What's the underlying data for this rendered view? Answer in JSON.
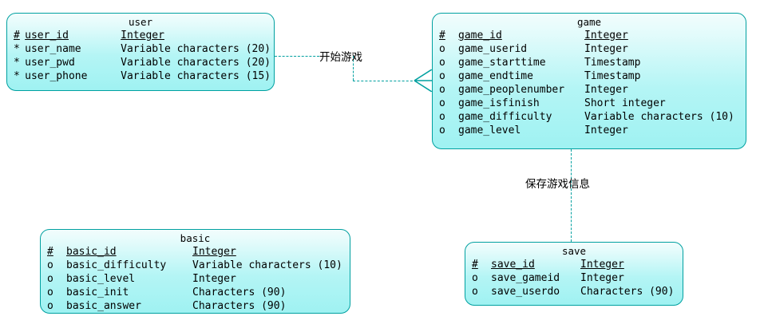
{
  "diagram": {
    "type": "entity-relationship-diagram",
    "background_color": "#ffffff",
    "entity_border_color": "#00a0a0",
    "entity_fill_color": "#b4f5f5",
    "connector_color": "#00a0a0"
  },
  "entities": [
    {
      "id": "user",
      "title": "user",
      "attributes": [
        {
          "key": "#",
          "name": "user_id",
          "type": "Integer",
          "primary": true
        },
        {
          "key": "*",
          "name": "user_name",
          "type": "Variable characters (20)",
          "primary": false
        },
        {
          "key": "*",
          "name": "user_pwd",
          "type": "Variable characters (20)",
          "primary": false
        },
        {
          "key": "*",
          "name": "user_phone",
          "type": "Variable characters (15)",
          "primary": false
        }
      ]
    },
    {
      "id": "game",
      "title": "game",
      "attributes": [
        {
          "key": "#",
          "name": "game_id",
          "type": "Integer",
          "primary": true
        },
        {
          "key": "o",
          "name": "game_userid",
          "type": "Integer",
          "primary": false
        },
        {
          "key": "o",
          "name": "game_starttime",
          "type": "Timestamp",
          "primary": false
        },
        {
          "key": "o",
          "name": "game_endtime",
          "type": "Timestamp",
          "primary": false
        },
        {
          "key": "o",
          "name": "game_peoplenumber",
          "type": "Integer",
          "primary": false
        },
        {
          "key": "o",
          "name": "game_isfinish",
          "type": "Short integer",
          "primary": false
        },
        {
          "key": "o",
          "name": "game_difficulty",
          "type": "Variable characters (10)",
          "primary": false
        },
        {
          "key": "o",
          "name": "game_level",
          "type": "Integer",
          "primary": false
        }
      ]
    },
    {
      "id": "basic",
      "title": "basic",
      "attributes": [
        {
          "key": "#",
          "name": "basic_id",
          "type": "Integer",
          "primary": true
        },
        {
          "key": "o",
          "name": "basic_difficulty",
          "type": "Variable characters (10)",
          "primary": false
        },
        {
          "key": "o",
          "name": "basic_level",
          "type": "Integer",
          "primary": false
        },
        {
          "key": "o",
          "name": "basic_init",
          "type": "Characters (90)",
          "primary": false
        },
        {
          "key": "o",
          "name": "basic_answer",
          "type": "Characters (90)",
          "primary": false
        }
      ]
    },
    {
      "id": "save",
      "title": "save",
      "attributes": [
        {
          "key": "#",
          "name": "save_id",
          "type": "Integer",
          "primary": true
        },
        {
          "key": "o",
          "name": "save_gameid",
          "type": "Integer",
          "primary": false
        },
        {
          "key": "o",
          "name": "save_userdo",
          "type": "Characters (90)",
          "primary": false
        }
      ]
    }
  ],
  "relationships": [
    {
      "id": "start-game",
      "label": "开始游戏",
      "from": "user",
      "to": "game",
      "line_style": "dashed",
      "to_cardinality": "many"
    },
    {
      "id": "save-game",
      "label": "保存游戏信息",
      "from": "game",
      "to": "save",
      "line_style": "dashed",
      "to_cardinality": "one"
    }
  ]
}
